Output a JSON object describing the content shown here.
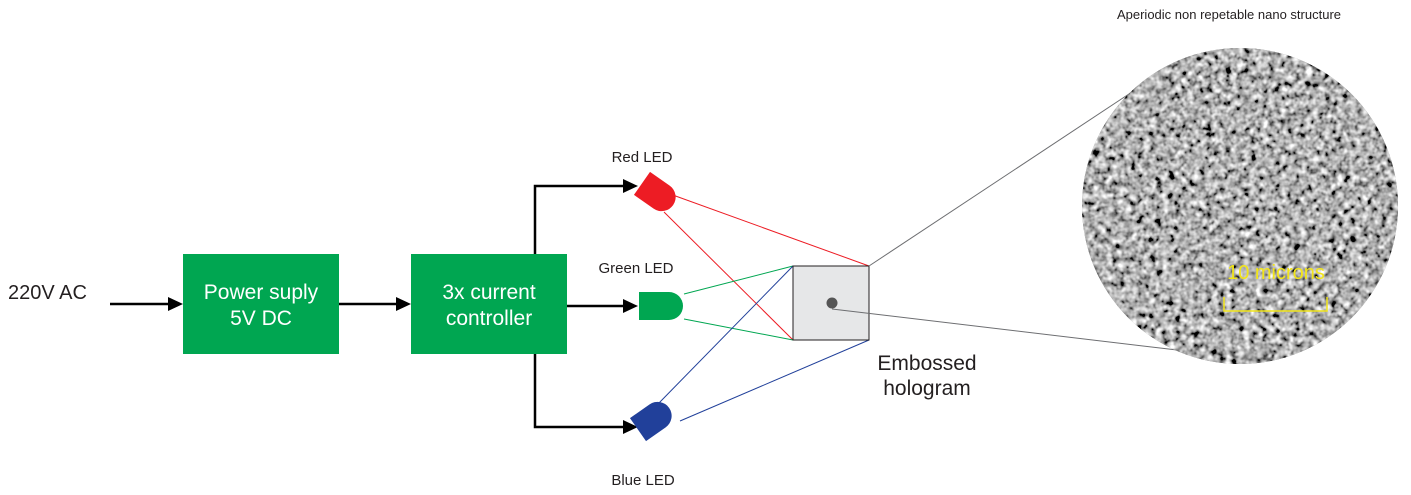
{
  "input": {
    "label": "220V AC"
  },
  "power_supply": {
    "line1": "Power suply",
    "line2": "5V DC"
  },
  "controller": {
    "line1": "3x current",
    "line2": "controller"
  },
  "leds": {
    "red": {
      "label": "Red LED",
      "color": "#ed1c24"
    },
    "green": {
      "label": "Green LED",
      "color": "#00a651"
    },
    "blue": {
      "label": "Blue LED",
      "color": "#21409a"
    }
  },
  "hologram": {
    "line1": "Embossed",
    "line2": "hologram"
  },
  "nano": {
    "title": "Aperiodic non repetable nano structure",
    "scale_label": "10 microns"
  },
  "colors": {
    "block": "#00a651",
    "scale": "#f2e51a",
    "hologram_fill": "#e6e7e8"
  }
}
